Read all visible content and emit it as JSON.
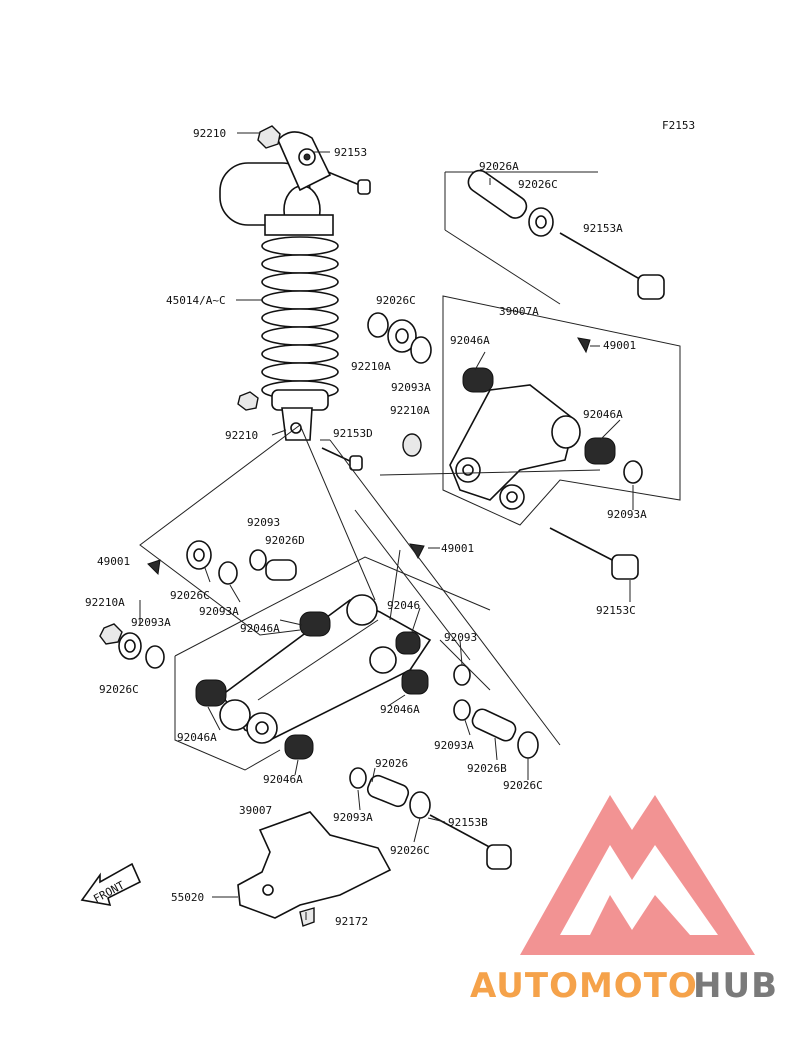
{
  "figure_code": "F2153",
  "callouts": {
    "c92210_top": "92210",
    "c92153": "92153",
    "c45014": "45014/A~C",
    "c92210_bottom": "92210",
    "c92153D": "92153D",
    "c92026A": "92026A",
    "c92026C_top": "92026C",
    "c92153A": "92153A",
    "c39007A": "39007A",
    "c92026C_mid": "92026C",
    "c92210A_mid": "92210A",
    "c92093A_mid": "92093A",
    "c49001_r1": "49001",
    "c92046A_r1": "92046A",
    "c92210A_r": "92210A",
    "c92046A_r2": "92046A",
    "c92093A_r": "92093A",
    "c92153C": "92153C",
    "c92093_top": "92093",
    "c92026D": "92026D",
    "c49001_l": "49001",
    "c49001_r2": "49001",
    "c92026C_l": "92026C",
    "c92093A_l1": "92093A",
    "c92210A_l": "92210A",
    "c92093A_l2": "92093A",
    "c92046A_c1": "92046A",
    "c92046": "92046",
    "c92093_r": "92093",
    "c92026C_l2": "92026C",
    "c92046A_l": "92046A",
    "c92046A_c2": "92046A",
    "c92093A_c": "92093A",
    "c92026B": "92026B",
    "c92026C_r": "92026C",
    "c92046A_b": "92046A",
    "c92026": "92026",
    "c39007": "39007",
    "c92093A_b": "92093A",
    "c92153B": "92153B",
    "c92026C_b": "92026C",
    "c55020": "55020",
    "c92172": "92172"
  },
  "front_arrow_label": "FRONT",
  "watermark": {
    "text_orange": "AUTOMOTO",
    "text_gray": "HUB",
    "color_orange": "#f5a24a",
    "color_gray": "#7a7a7a",
    "logo_color": "#f08080"
  }
}
